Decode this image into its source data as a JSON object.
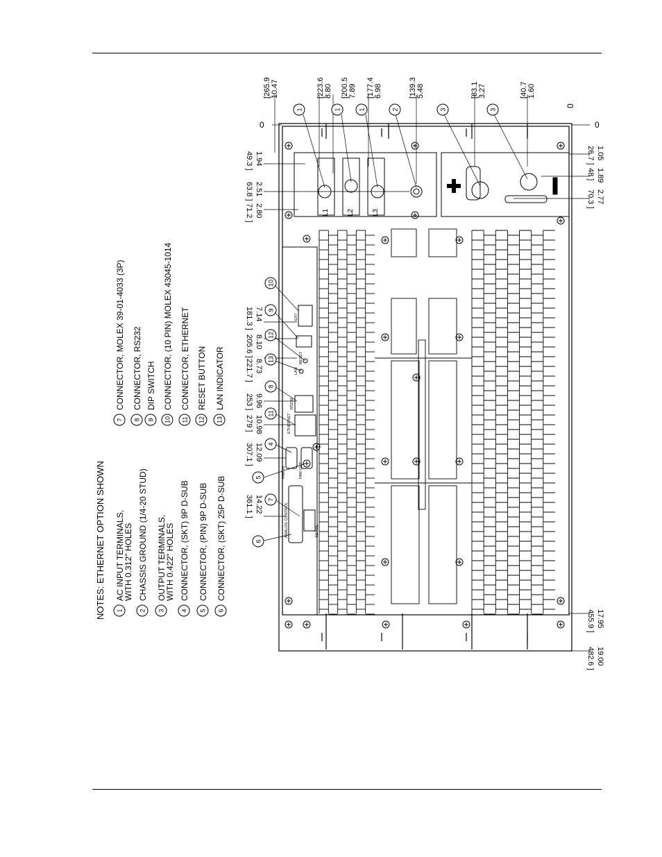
{
  "notes": {
    "title": "NOTES: ETHERNET OPTION SHOWN",
    "items": [
      {
        "num": "1",
        "lines": [
          "AC INPUT TERMINALS,",
          "WITH 0.312\" HOLES"
        ]
      },
      {
        "num": "2",
        "lines": [
          "CHASSIS GROUND (1/4-20 STUD)"
        ]
      },
      {
        "num": "3",
        "lines": [
          "OUTPUT TERMINALS,",
          "WITH 0.422\" HOLES"
        ]
      },
      {
        "num": "4",
        "lines": [
          "CONNECTOR, (SKT) 9P D-SUB"
        ]
      },
      {
        "num": "5",
        "lines": [
          "CONNECTOR, (PIN) 9P D-SUB"
        ]
      },
      {
        "num": "6",
        "lines": [
          "CONNECTOR, (SKT) 25P D-SUB"
        ]
      },
      {
        "num": "7",
        "lines": [
          "CONNECTOR, MOLEX 39-01-4033 (3P)"
        ]
      },
      {
        "num": "8",
        "lines": [
          "CONNECTOR, RS232"
        ]
      },
      {
        "num": "9",
        "lines": [
          "DIP SWITCH"
        ]
      },
      {
        "num": "10",
        "lines": [
          "CONNECTOR, (10 PIN) MOLEX 43045-1014"
        ]
      },
      {
        "num": "11",
        "lines": [
          "CONNECTOR, ETHERNET"
        ]
      },
      {
        "num": "12",
        "lines": [
          "RESET BUTTON"
        ]
      },
      {
        "num": "13",
        "lines": [
          "LAN INDICATOR"
        ]
      }
    ]
  },
  "top_dims": [
    {
      "mm": "265.9",
      "in": "10.47"
    },
    {
      "mm": "223.6",
      "in": "8.80"
    },
    {
      "mm": "200.5",
      "in": "7.89"
    },
    {
      "mm": "177.4",
      "in": "6.98"
    },
    {
      "mm": "139.3",
      "in": "5.48"
    },
    {
      "mm": "83.1",
      "in": "3.27"
    },
    {
      "mm": "40.7",
      "in": "1.60"
    },
    {
      "zero": "0"
    }
  ],
  "zero_left": "0",
  "zero_right": "0",
  "left_dims": [
    {
      "mm": "49.3",
      "in": "1.94"
    },
    {
      "mm": "63.8",
      "in": "2.51"
    },
    {
      "mm": "71.2",
      "in": "2.80"
    },
    {
      "mm": "181.3",
      "in": "7.14"
    },
    {
      "mm": "205.6",
      "in": "8.10"
    },
    {
      "mm": "221.7",
      "in": "8.73"
    },
    {
      "mm": "253",
      "in": "9.96"
    },
    {
      "mm": "279",
      "in": "10.98"
    },
    {
      "mm": "307.1",
      "in": "12.09"
    },
    {
      "mm": "361.1",
      "in": "14.22"
    }
  ],
  "right_dims": [
    {
      "mm": "26.7",
      "in": "1.05"
    },
    {
      "mm": "48",
      "in": "1.89"
    },
    {
      "mm": "70.3",
      "in": "2.77"
    },
    {
      "mm": "455.9",
      "in": "17.95"
    },
    {
      "mm": "482.6",
      "in": "19.00"
    }
  ],
  "terminal_labels": [
    "L1",
    "L2",
    "L3"
  ],
  "panel_labels": {
    "analog": "ANALOG CONTROL",
    "par_in": "PAR IN",
    "par_out": "PAR OUT",
    "rs232": "RS232",
    "ethernet": "ETHERNET",
    "lan": "LAN",
    "reset": "RESET",
    "ext": "EXT",
    "sense": "SENSE"
  }
}
